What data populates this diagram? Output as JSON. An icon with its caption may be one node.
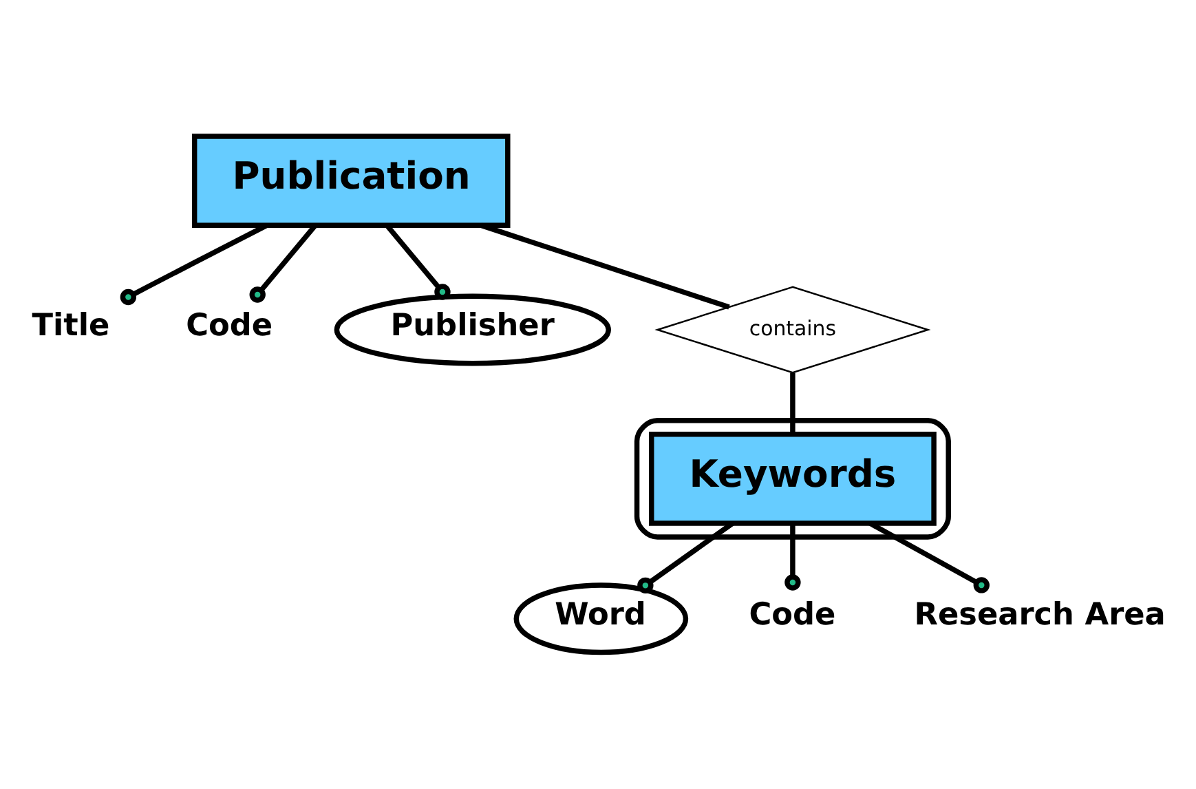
{
  "diagram": {
    "nodes": [
      {
        "text": [
          "Publication"
        ]
      },
      {
        "text": [
          "Title"
        ]
      },
      {
        "text": [
          "Code"
        ]
      },
      {
        "text": [
          "Publisher"
        ]
      },
      {
        "text": [
          "contains"
        ]
      },
      {
        "text": [],
        "shape": "ellipse"
      },
      {
        "text": [
          "Word"
        ]
      },
      {
        "text": [
          "Keywords"
        ],
        "in": 5
      },
      {
        "text": [
          "Code"
        ]
      },
      {
        "text": [
          "Research Area"
        ]
      }
    ],
    "edges": [
      {
        "from": 0,
        "to": 1,
        "arrow": "other"
      },
      {
        "from": 0,
        "to": 2,
        "arrow": "other"
      },
      {
        "from": 0,
        "to": 3,
        "arrow": "other"
      },
      {
        "from": 0,
        "to": 4,
        "arrow": "none"
      },
      {
        "from": 4,
        "to": 7,
        "arrow": "none"
      },
      {
        "from": 7,
        "to": 6,
        "arrow": "other"
      },
      {
        "from": 7,
        "to": 8,
        "arrow": "other"
      },
      {
        "from": 7,
        "to": 9,
        "arrow": "other"
      }
    ]
  }
}
